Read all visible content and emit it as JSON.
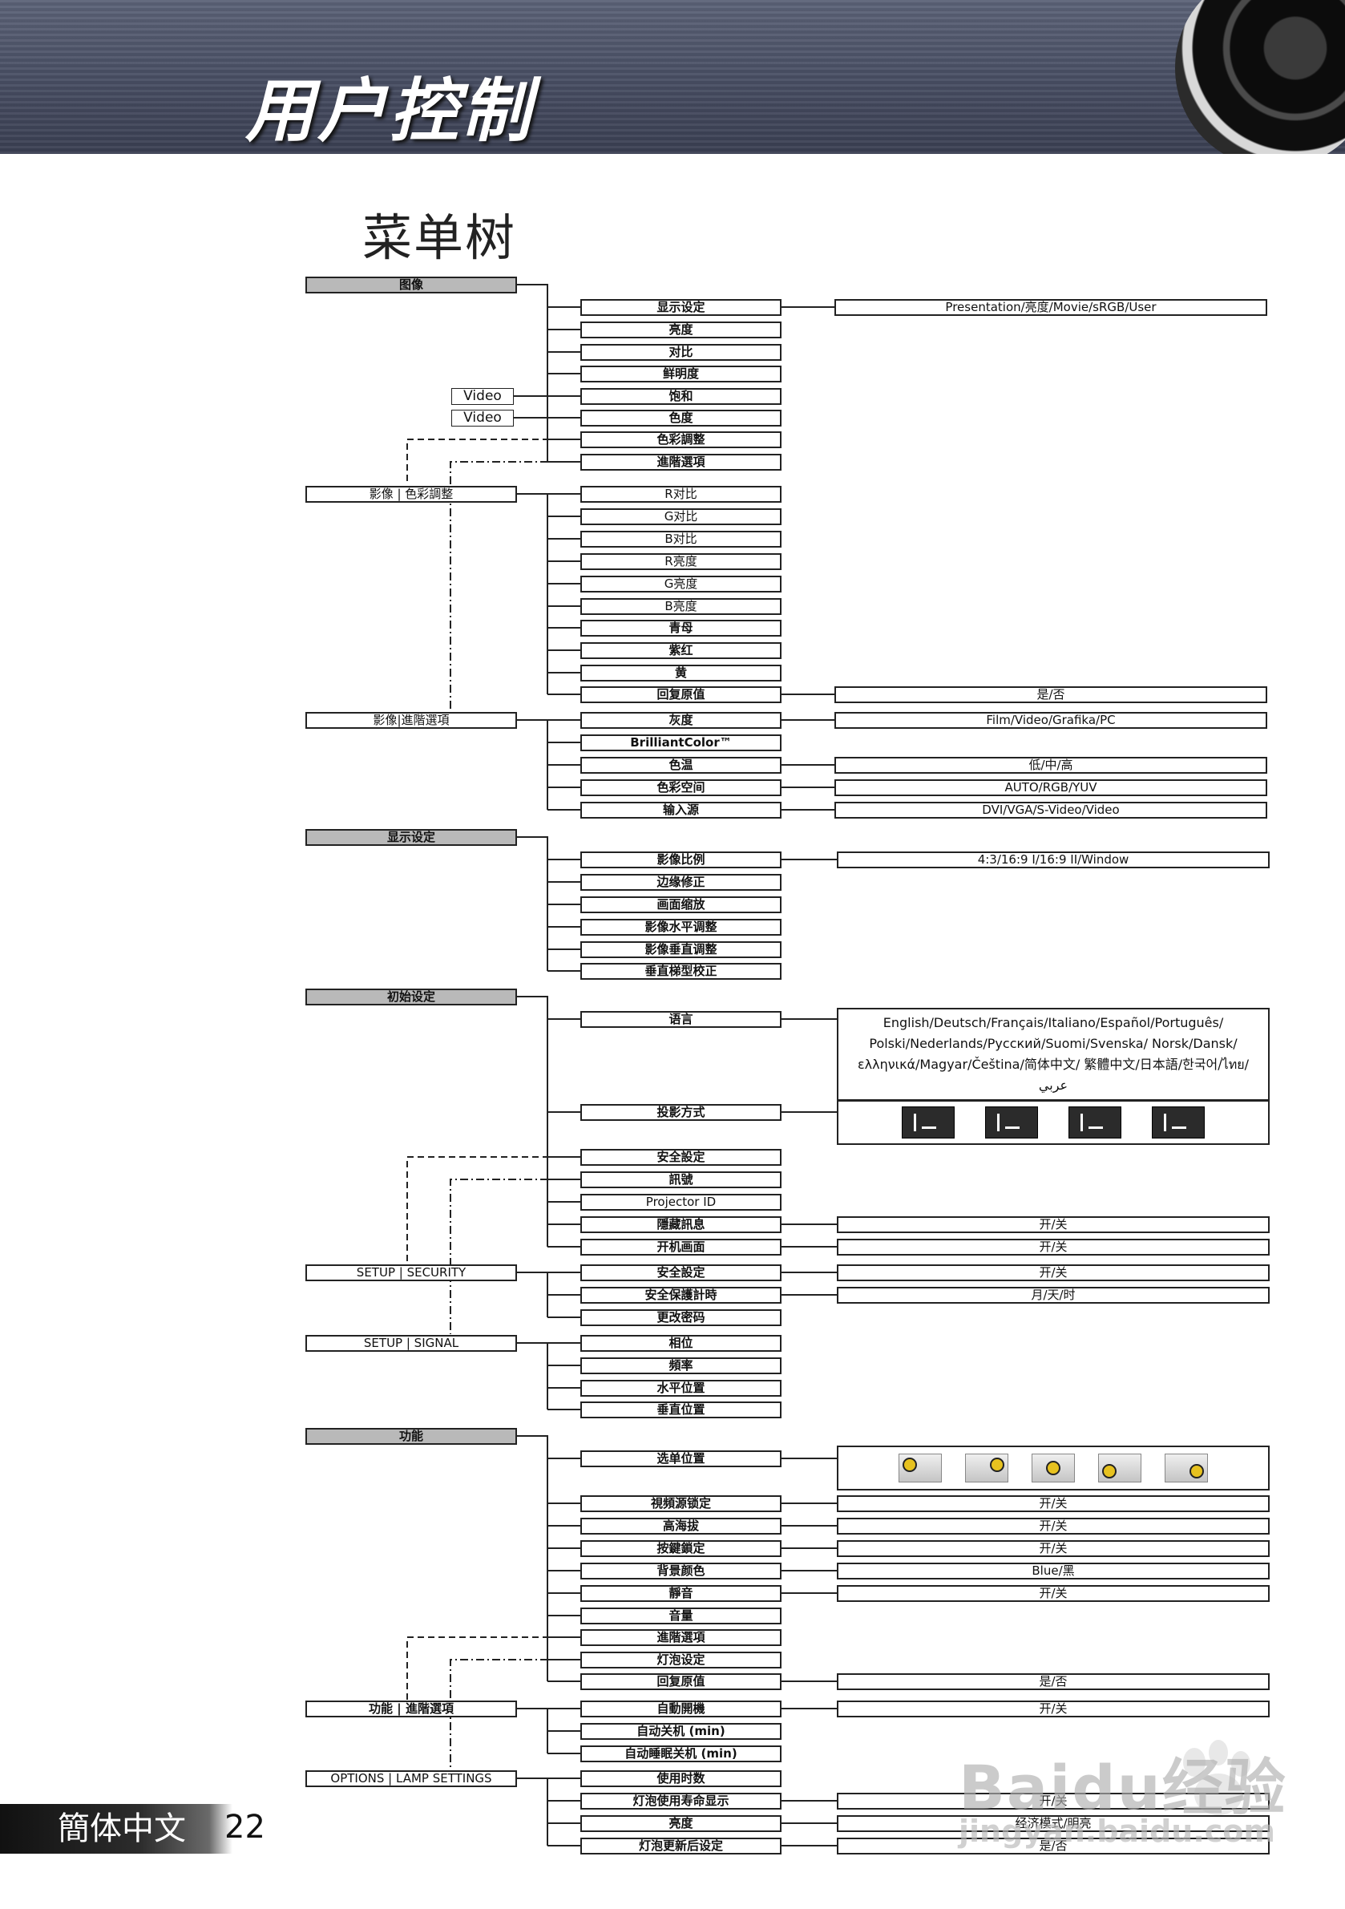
{
  "page": {
    "title": "用户控制",
    "section": "菜单树",
    "footer_lang": "簡体中文",
    "page_number": "22",
    "watermark": "Baidu经验",
    "watermark_url": "jingyan.baidu.com"
  },
  "video_labels": [
    "Video",
    "Video"
  ],
  "tree": {
    "image": {
      "label": "图像",
      "items": [
        "显示设定",
        "亮度",
        "对比",
        "鲜明度",
        "饱和",
        "色度",
        "色彩調整",
        "進階選項"
      ],
      "opt_display": "Presentation/亮度/Movie/sRGB/User"
    },
    "color": {
      "label": "影像 | 色彩調整",
      "items": [
        "R对比",
        "G对比",
        "B对比",
        "R亮度",
        "G亮度",
        "B亮度",
        "青母",
        "紫红",
        "黄",
        "回复原值"
      ],
      "opt_reset": "是/否"
    },
    "adv": {
      "label": "影像|進階選項",
      "items": [
        "灰度",
        "BrilliantColor™",
        "色温",
        "色彩空间",
        "输入源"
      ],
      "opt_gamma": "Film/Video/Grafika/PC",
      "opt_temp": "低/中/高",
      "opt_space": "AUTO/RGB/YUV",
      "opt_source": "DVI/VGA/S-Video/Video"
    },
    "display": {
      "label": "显示设定",
      "items": [
        "影像比例",
        "边缘修正",
        "画面缩放",
        "影像水平调整",
        "影像垂直调整",
        "垂直梯型校正"
      ],
      "opt_aspect": "4:3/16:9 I/16:9 II/Window"
    },
    "setup": {
      "label": "初始设定",
      "items": [
        "语言",
        "投影方式",
        "安全設定",
        "訊號",
        "Projector ID",
        "隱藏訊息",
        "开机画面"
      ],
      "opt_language": "English/Deutsch/Français/Italiano/Español/Português/ Polski/Nederlands/Pусский/Suomi/Svenska/ Norsk/Dansk/ελληνικά/Magyar/Čeština/简体中文/ 繁體中文/日本語/한국어/ไทย/عربي",
      "opt_hide": "开/关",
      "opt_logo": "开/关"
    },
    "security": {
      "label": "SETUP | SECURITY",
      "items": [
        "安全設定",
        "安全保護計時",
        "更改密码"
      ],
      "opt_security": "开/关",
      "opt_timer": "月/天/时"
    },
    "signal": {
      "label": "SETUP | SIGNAL",
      "items": [
        "相位",
        "頻率",
        "水平位置",
        "垂直位置"
      ]
    },
    "options": {
      "label": "功能",
      "items": [
        "选单位置",
        "視頻源锁定",
        "高海拔",
        "按鍵鎖定",
        "背景颜色",
        "靜音",
        "音量",
        "進階選項",
        "灯泡设定",
        "回复原值"
      ],
      "opt_lock": "开/关",
      "opt_alt": "开/关",
      "opt_key": "开/关",
      "opt_bg": "Blue/黑",
      "opt_mute": "开/关",
      "opt_reset": "是/否"
    },
    "opt_adv": {
      "label": "功能 | 進階選項",
      "items": [
        "自動開機",
        "自动关机 (min)",
        "自动睡眠关机 (min)"
      ],
      "opt_power": "开/关"
    },
    "lamp": {
      "label": "OPTIONS | LAMP SETTINGS",
      "items": [
        "使用时数",
        "灯泡使用寿命显示",
        "亮度",
        "灯泡更新后设定"
      ],
      "opt_reminder": "开/关",
      "opt_mode": "经济模式/明亮",
      "opt_reset": "是/否"
    }
  },
  "icons": {
    "projection": [
      "front-desktop-icon",
      "rear-desktop-icon",
      "front-ceiling-icon",
      "rear-ceiling-icon"
    ],
    "menu_location": [
      "top-left-icon",
      "top-right-icon",
      "center-icon",
      "bottom-left-icon",
      "bottom-right-icon"
    ]
  },
  "colors": {
    "header": "#474d62",
    "section_fill": "#b9b9b9",
    "lens_ring": "#d8d8d8"
  }
}
